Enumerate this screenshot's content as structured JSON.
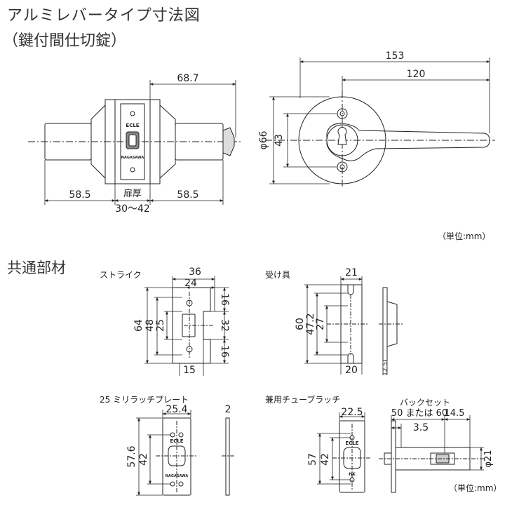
{
  "header": {
    "title": "アルミレバータイプ寸法図",
    "subtitle": "（鍵付間仕切錠）"
  },
  "unit_label": "（単位:mm）",
  "top_side_view": {
    "dim_overall": "68.7",
    "dim_left": "58.5",
    "dim_right": "58.5",
    "door_label": "扉厚",
    "door_range": "30～42",
    "brand_text": "ECLE",
    "brand_text2": "NAGASAWA"
  },
  "top_front_view": {
    "dim_total": "153",
    "dim_lever": "120",
    "dim_diameter": "φ66",
    "dim_screw": "43"
  },
  "common_parts": {
    "heading": "共通部材",
    "strike": {
      "label": "ストライク",
      "w36": "36",
      "w24": "24",
      "h64": "64",
      "h48": "48",
      "h25": "25",
      "h32": "32",
      "h16a": "16",
      "h16b": "16",
      "w15": "15"
    },
    "receiver": {
      "label": "受け具",
      "w21": "21",
      "h60": "60",
      "h47": "47.2",
      "h27": "27",
      "w20": "20",
      "t125": "12.5"
    },
    "plate25": {
      "label": "25 ミリラッチプレート",
      "w254": "25.4",
      "h576": "57.6",
      "h42": "42",
      "t2": "2",
      "brand_text": "ECLE",
      "brand_text2": "NAGASAWA"
    },
    "tube_latch": {
      "label": "兼用チューブラッチ",
      "w225": "22.5",
      "h57": "57",
      "h42": "42",
      "backset_label": "バックセット",
      "backset_value": "50 または 60",
      "d145": "14.5",
      "d35": "3.5",
      "d21": "φ21",
      "brand_text": "ECLE",
      "brand_text2": "HK"
    }
  },
  "unit_label_bottom": "（単位:mm）"
}
